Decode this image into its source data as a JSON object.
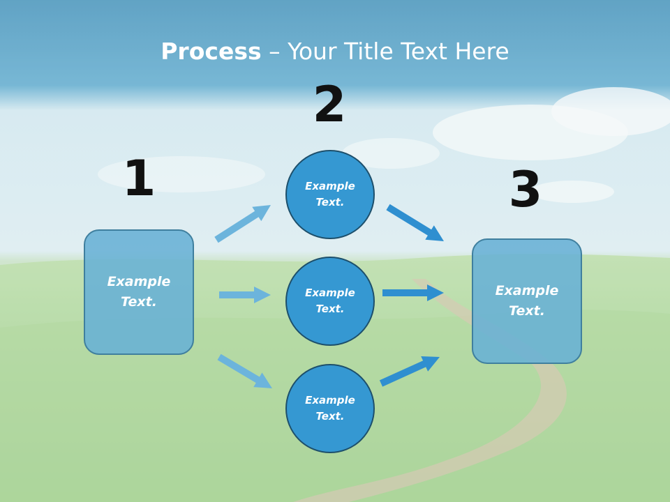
{
  "title": {
    "bold": "Process",
    "rest": " – Your Title Text Here"
  },
  "steps": {
    "one": {
      "number": "1",
      "text": "Example\nText."
    },
    "two": {
      "number": "2",
      "top": "Example\nText.",
      "middle": "Example\nText.",
      "bottom": "Example\nText."
    },
    "three": {
      "number": "3",
      "text": "Example\nText."
    }
  },
  "colors": {
    "header": "#4f9ec2",
    "box_fill": "#68b0d5",
    "circle_fill": "#3598d2",
    "arrow_left": "#6cb4dc",
    "arrow_right": "#2f8fd0"
  }
}
